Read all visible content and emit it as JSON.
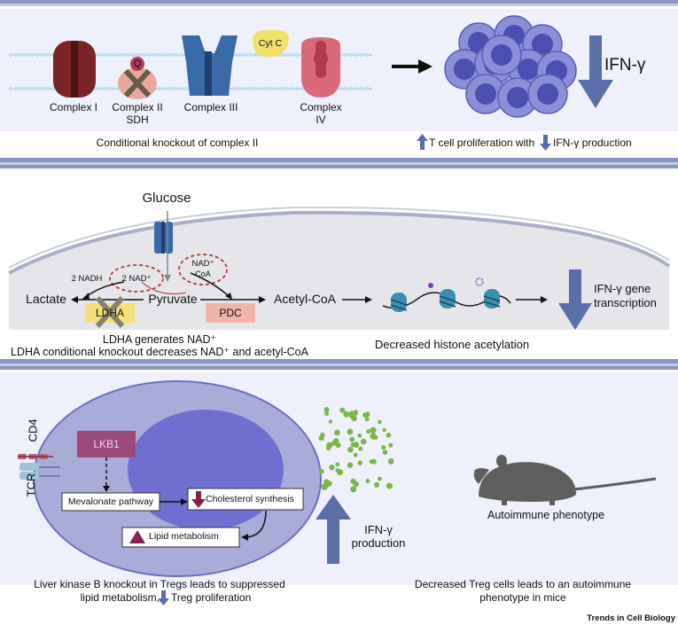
{
  "panel1": {
    "complex1": "Complex I",
    "complex2_line1": "Complex II",
    "complex2_line2": "SDH",
    "q_label": "Q",
    "complex3": "Complex III",
    "cytc": "Cyt C",
    "complex4_line1": "Complex",
    "complex4_line2": "IV",
    "ifn": "IFN-γ",
    "caption_left": "Conditional knockout of complex II",
    "caption_right_a": "T cell proliferation with",
    "caption_right_b": "IFN-γ production"
  },
  "panel2": {
    "glucose": "Glucose",
    "nadh": "2 NADH",
    "nad_left": "2 NAD⁺",
    "nad_right_line1": "NAD⁺",
    "nad_right_line2": "CoA",
    "lactate": "Lactate",
    "pyruvate": "Pyruvate",
    "acetylcoa": "Acetyl-CoA",
    "ldha": "LDHA",
    "pdc": "PDC",
    "ifn_gene_line1": "IFN-γ gene",
    "ifn_gene_line2": "transcription",
    "caption_left_line1": "LDHA generates NAD⁺",
    "caption_left_line2": "LDHA conditional knockout decreases NAD⁺ and acetyl-CoA",
    "caption_right": "Decreased histone acetylation"
  },
  "panel3": {
    "cd4": "CD4",
    "tcr": "TCR",
    "lkb1": "LKB1",
    "mevalonate": "Mevalonate pathway",
    "cholesterol": "Cholesterol synthesis",
    "lipid": "Lipid metabolism",
    "ifn_line1": "IFN-γ",
    "ifn_line2": "production",
    "autoimmune": "Autoimmune phenotype",
    "caption_left_line1": "Liver kinase B knockout in Tregs leads to suppressed",
    "caption_left_line2a": "lipid metabolism,",
    "caption_left_line2b": "Treg proliferation",
    "caption_right_line1": "Decreased Treg cells leads to an autoimmune",
    "caption_right_line2": "phenotype in mice",
    "journal": "Trends in Cell Biology"
  },
  "colors": {
    "band": "#8a95c4",
    "band_light": "#aab2d8",
    "panel_bg": "#eef1fb",
    "membrane": "#9ec8e0",
    "arrow_blue": "#5a6ea8",
    "cell_fill": "#8b8fd8",
    "cell_nucleus": "#4a4fb0",
    "ldha": "#f5e07a",
    "pdc": "#f0b5a8",
    "lkb1": "#9c4a7c",
    "treg_outer": "#a9acd9",
    "treg_inner": "#6f6fcf",
    "dots": "#7ab648",
    "mouse": "#5e5e5e"
  }
}
